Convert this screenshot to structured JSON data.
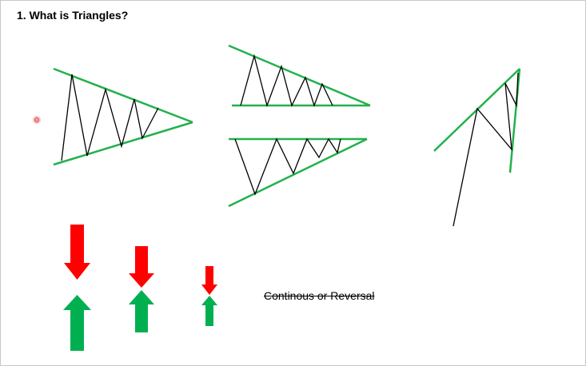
{
  "title": "1. What is Triangles?",
  "label": "Continous or Reversal",
  "colors": {
    "trendline": "#22b14c",
    "price": "#000000",
    "arrow_down": "#ff0000",
    "arrow_up": "#00b050",
    "cursor_marker": "#e84a5f",
    "border": "#c8c8c8"
  },
  "icons": [
    "cursor-marker-icon",
    "arrow-down-icon",
    "arrow-up-icon"
  ],
  "arrow_pairs": [
    {
      "size": "large"
    },
    {
      "size": "medium"
    },
    {
      "size": "small"
    }
  ]
}
